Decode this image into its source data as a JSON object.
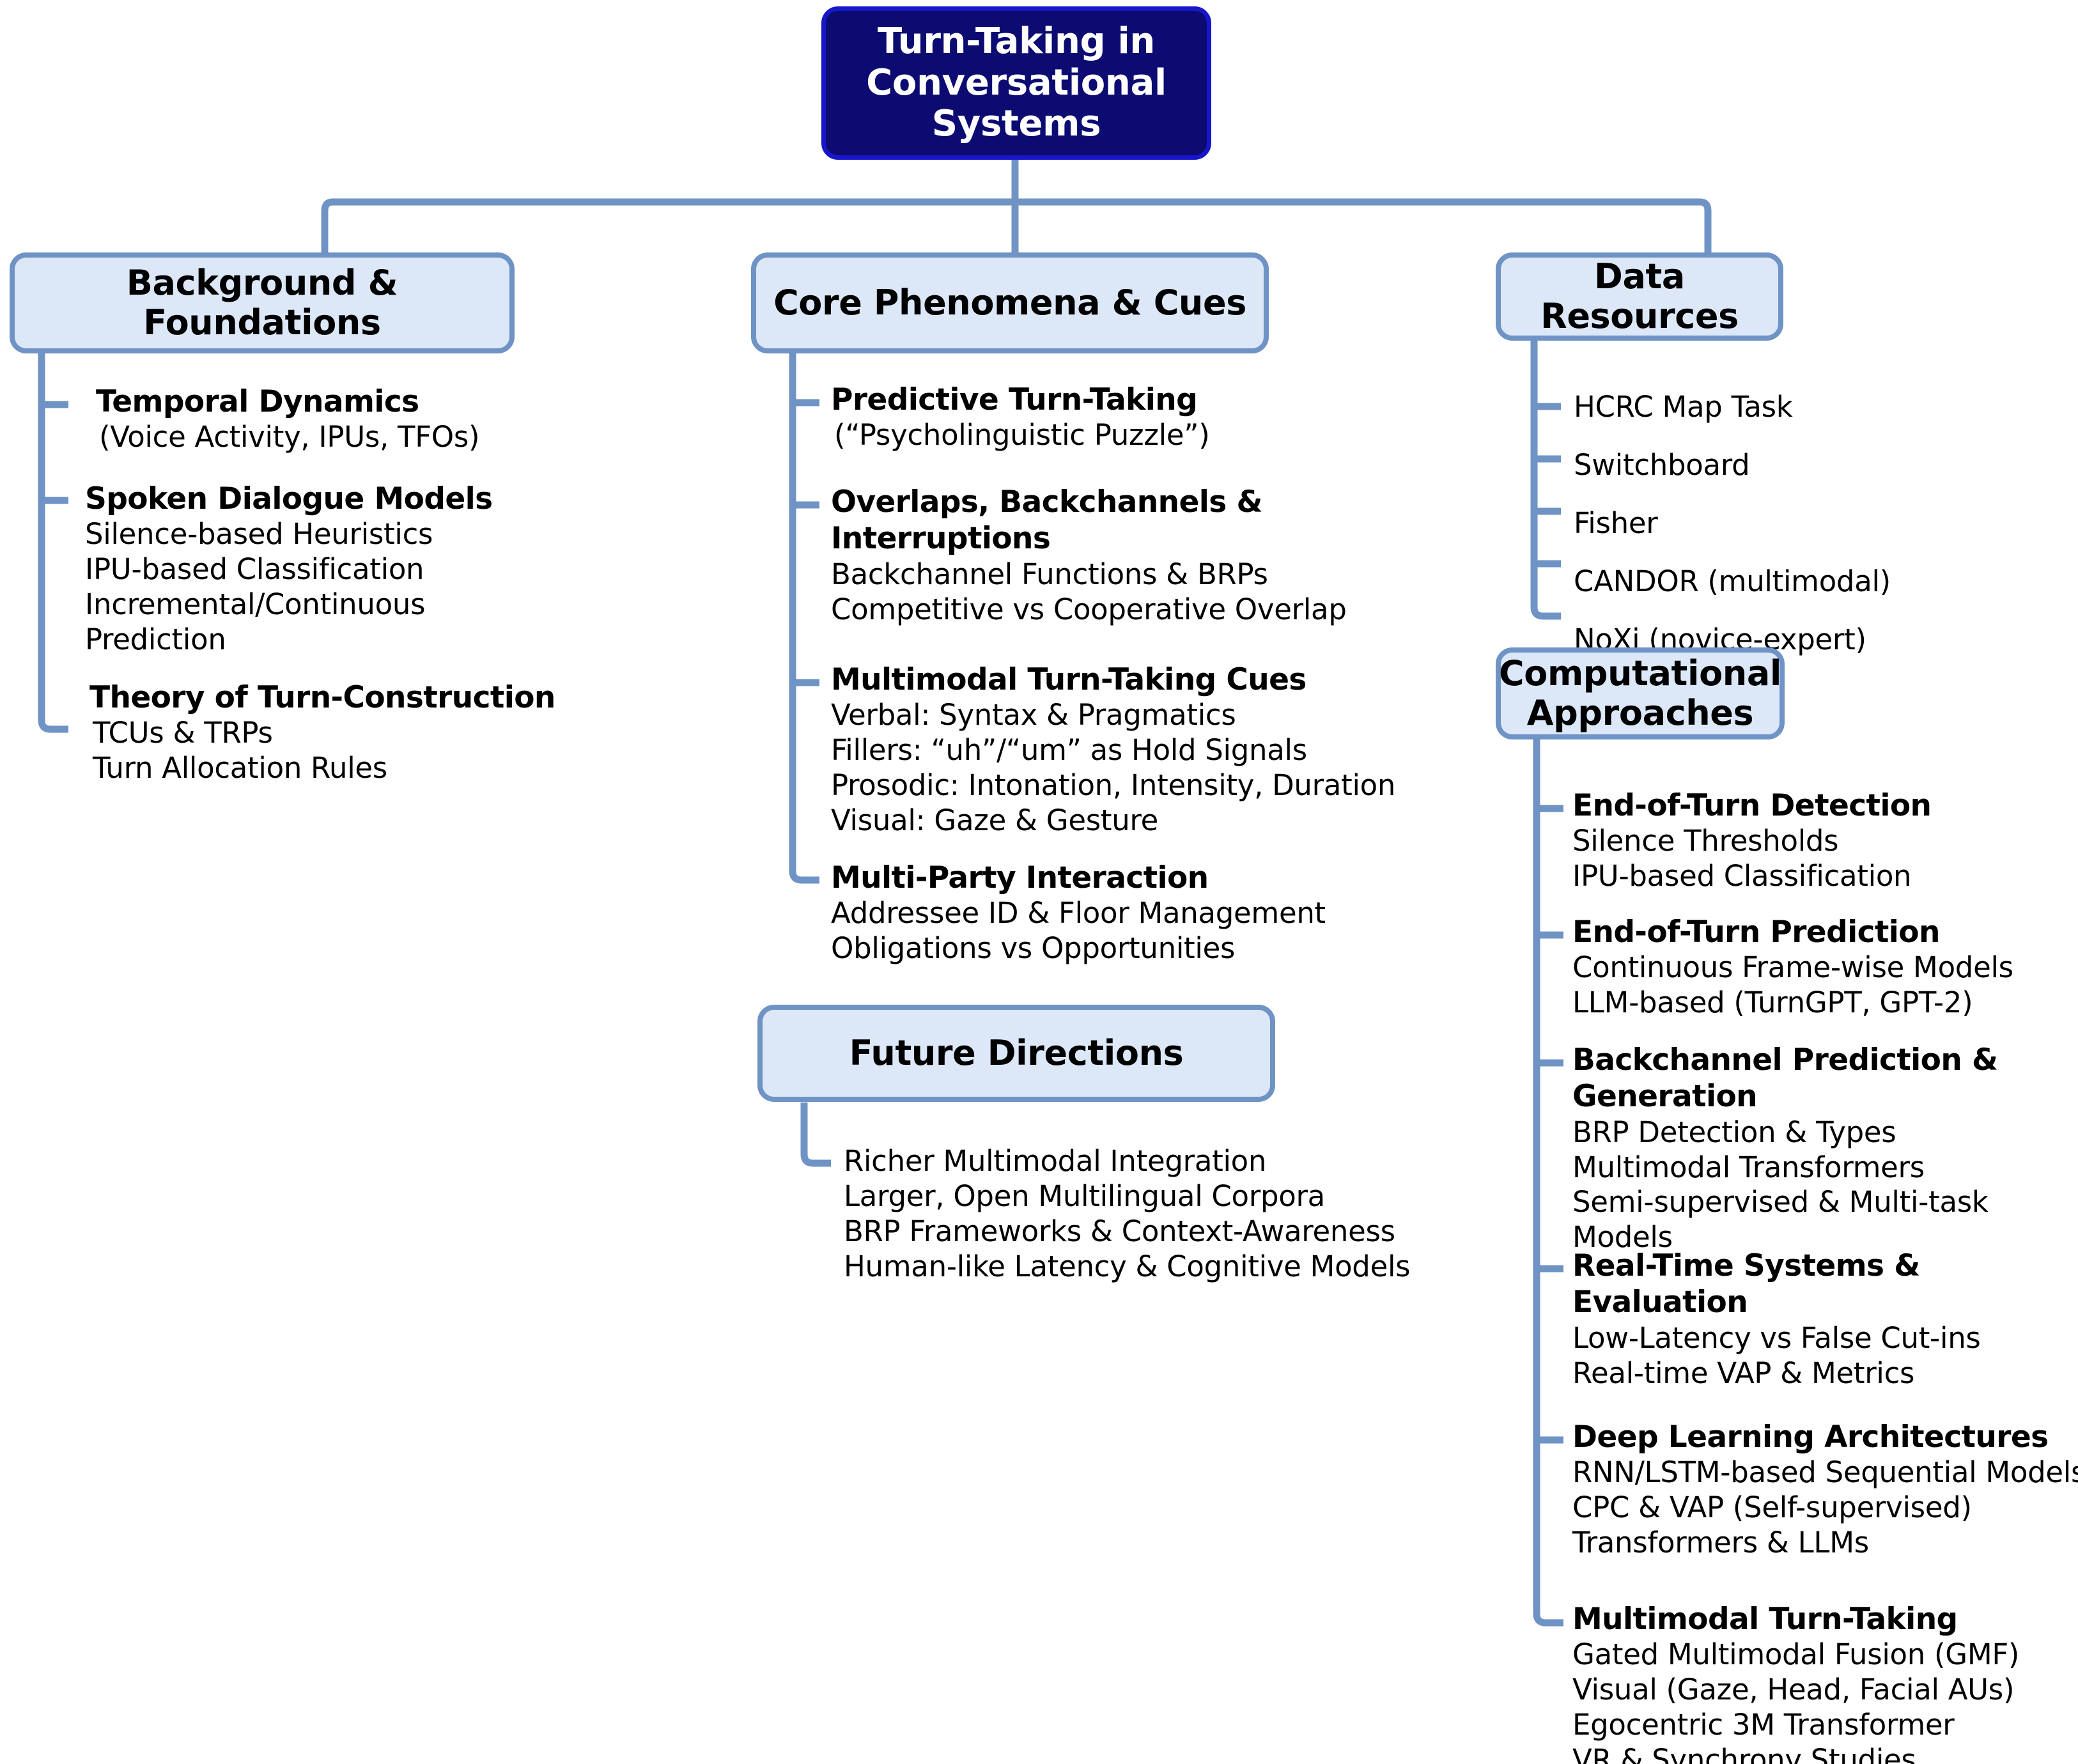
{
  "diagram": {
    "title": "Turn-Taking in Conversational Systems",
    "type": "mind-map",
    "colors": {
      "root_fill": "#0b0b72",
      "root_border": "#1717c9",
      "root_text": "#ffffff",
      "branch_fill": "#dce8f8",
      "branch_border": "#6f93c4",
      "connector": "#6f93c4",
      "text": "#000000",
      "background": "#ffffff"
    }
  },
  "root": {
    "label_line1": "Turn-Taking in",
    "label_line2": "Conversational Systems"
  },
  "branches": {
    "background": {
      "label": "Background & Foundations",
      "children": [
        {
          "title": "Temporal Dynamics",
          "subs": [
            "(Voice Activity, IPUs, TFOs)"
          ]
        },
        {
          "title": "Spoken Dialogue Models",
          "subs": [
            "Silence-based Heuristics",
            "IPU-based Classification",
            "Incremental/Continuous",
            "Prediction"
          ]
        },
        {
          "title": "Theory of Turn-Construction",
          "subs": [
            "TCUs & TRPs",
            "Turn Allocation Rules"
          ]
        }
      ]
    },
    "core": {
      "label": "Core Phenomena & Cues",
      "children": [
        {
          "title": "Predictive Turn-Taking",
          "subs": [
            "(“Psycholinguistic Puzzle”)"
          ]
        },
        {
          "title": "Overlaps, Backchannels &\nInterruptions",
          "subs": [
            "Backchannel Functions & BRPs",
            "Competitive vs Cooperative Overlap"
          ]
        },
        {
          "title": "Multimodal Turn-Taking Cues",
          "subs": [
            "Verbal: Syntax & Pragmatics",
            "Fillers: “uh”/“um” as Hold Signals",
            "Prosodic: Intonation, Intensity, Duration",
            "Visual: Gaze & Gesture"
          ]
        },
        {
          "title": "Multi-Party Interaction",
          "subs": [
            "Addressee ID & Floor Management",
            "Obligations vs Opportunities"
          ]
        }
      ]
    },
    "data_resources": {
      "label": "Data Resources",
      "items": [
        "HCRC Map Task",
        "Switchboard",
        "Fisher",
        "CANDOR (multimodal)",
        "NoXi (novice-expert)"
      ]
    },
    "future": {
      "label": "Future Directions",
      "items": [
        "Richer Multimodal Integration",
        "Larger, Open Multilingual Corpora",
        "BRP Frameworks & Context-Awareness",
        "Human-like Latency & Cognitive Models"
      ]
    },
    "computational": {
      "label": "Computational Approaches",
      "children": [
        {
          "title": "End-of-Turn Detection",
          "subs": [
            "Silence Thresholds",
            "IPU-based Classification"
          ]
        },
        {
          "title": "End-of-Turn Prediction",
          "subs": [
            "Continuous Frame-wise Models",
            "LLM-based (TurnGPT, GPT-2)"
          ]
        },
        {
          "title": "Backchannel Prediction &\nGeneration",
          "subs": [
            "BRP Detection & Types",
            "Multimodal Transformers",
            "Semi-supervised & Multi-task Models"
          ]
        },
        {
          "title": "Real-Time Systems &\nEvaluation",
          "subs": [
            "Low-Latency vs False Cut-ins",
            "Real-time VAP & Metrics"
          ]
        },
        {
          "title": "Deep Learning Architectures",
          "subs": [
            "RNN/LSTM-based Sequential Models",
            "CPC & VAP (Self-supervised)",
            "Transformers & LLMs"
          ]
        },
        {
          "title": "Multimodal Turn-Taking",
          "subs": [
            "Gated Multimodal Fusion (GMF)",
            "Visual (Gaze, Head, Facial AUs)",
            "Egocentric 3M Transformer",
            "VR & Synchrony Studies"
          ]
        }
      ]
    }
  }
}
